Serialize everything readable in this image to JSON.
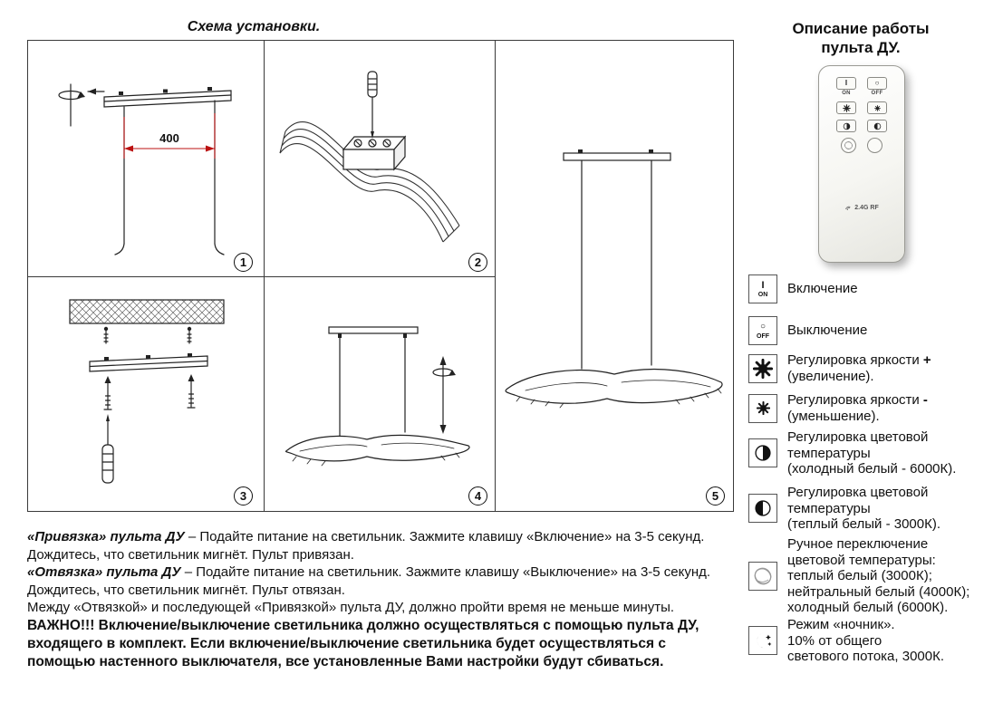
{
  "titles": {
    "install": "Схема установки.",
    "remote": "Описание работы пульта ДУ."
  },
  "panels": {
    "n1": "1",
    "n2": "2",
    "n3": "3",
    "n4": "4",
    "n5": "5",
    "dimension_400": "400"
  },
  "remote": {
    "on_glyph": "I",
    "on_label": "ON",
    "off_glyph": "○",
    "off_label": "OFF",
    "rf_label": "2.4G RF"
  },
  "legend": {
    "on": {
      "glyph": "I",
      "label": "ON",
      "text": "Включение"
    },
    "off": {
      "glyph": "○",
      "label": "OFF",
      "text": "Выключение"
    },
    "bright_up": {
      "l1": "Регулировка яркости",
      "sign": "+",
      "l2": "(увеличение)."
    },
    "bright_down": {
      "l1": "Регулировка яркости",
      "sign": "-",
      "l2": "(уменьшение)."
    },
    "cct_cold": {
      "l1": "Регулировка цветовой",
      "l2": "температуры",
      "l3": "(холодный белый - 6000К)."
    },
    "cct_warm": {
      "l1": "Регулировка цветовой",
      "l2": "температуры",
      "l3": "(теплый белый - 3000К)."
    },
    "cct_manual": {
      "l1": "Ручное переключение",
      "l2": "цветовой температуры:",
      "l3": "теплый белый (3000К);",
      "l4": "нейтральный белый (4000К);",
      "l5": "холодный белый (6000К)."
    },
    "night": {
      "l1": "Режим «ночник».",
      "l2": "10% от общего",
      "l3": "светового потока, 3000К."
    }
  },
  "instructions": {
    "bind_lead": "«Привязка» пульта ДУ",
    "bind_rest": " – Подайте питание на светильник. Зажмите клавишу «Включение» на 3-5 секунд. Дождитесь, что светильник мигнёт. Пульт привязан.",
    "unbind_lead": "«Отвязка» пульта ДУ",
    "unbind_rest": " – Подайте питание на светильник. Зажмите клавишу «Выключение» на 3-5 секунд. Дождитесь, что светильник мигнёт. Пульт отвязан.",
    "note": "Между «Отвязкой» и последующей «Привязкой» пульта ДУ, должно пройти время не меньше минуты.",
    "important_lead": "ВАЖНО!!!",
    "important_rest": " Включение/выключение светильника должно осуществляться с помощью пульта ДУ, входящего в комплект. Если включение/выключение светильника будет осуществляться с помощью настенного выключателя, все установленные Вами настройки будут сбиваться."
  }
}
